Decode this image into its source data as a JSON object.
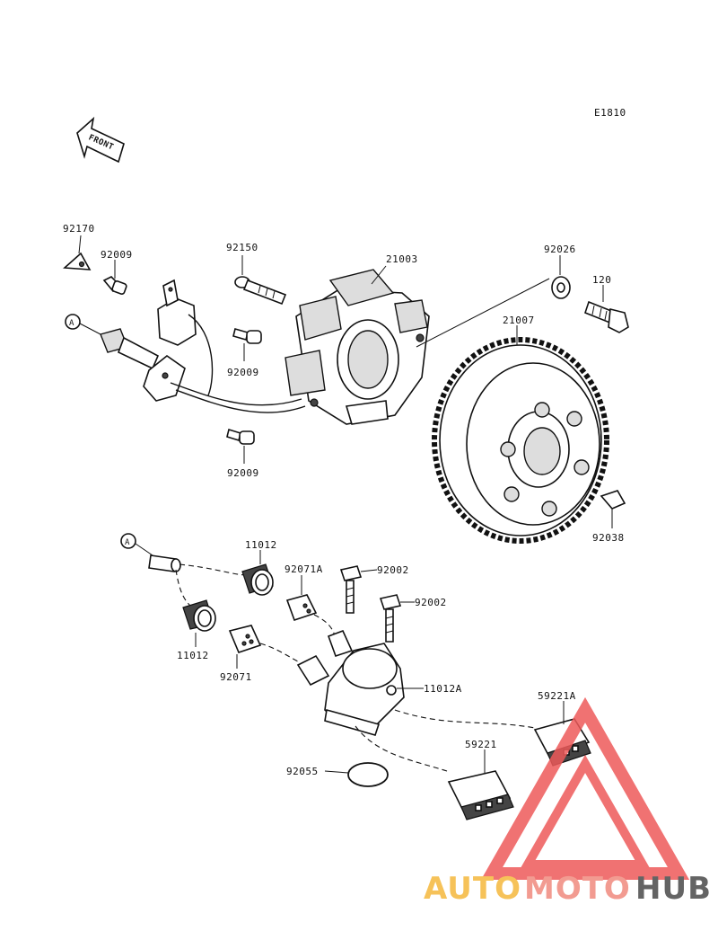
{
  "diagram_code": "E1810",
  "front_arrow_label": "FRONT",
  "callout_a_label": "A",
  "part_labels": {
    "p92170": "92170",
    "p92009_top": "92009",
    "p92150": "92150",
    "p21003": "21003",
    "p92026": "92026",
    "p120": "120",
    "p92009_mid": "92009",
    "p21007": "21007",
    "p92009_low": "92009",
    "p92038": "92038",
    "p11012_top": "11012",
    "p92071A": "92071A",
    "p92002_a": "92002",
    "p92002_b": "92002",
    "p11012_low": "11012",
    "p92071": "92071",
    "p11012A": "11012A",
    "p59221A": "59221A",
    "p59221": "59221",
    "p92055": "92055"
  },
  "watermark": {
    "text_part1": "AUTO",
    "text_part2": "MOTO",
    "text_part3": "HUB",
    "colors": {
      "auto": "#f5b83d",
      "moto": "#f08a7e",
      "hub": "#4a4a4a",
      "triangle": "#ee5a5a"
    }
  }
}
